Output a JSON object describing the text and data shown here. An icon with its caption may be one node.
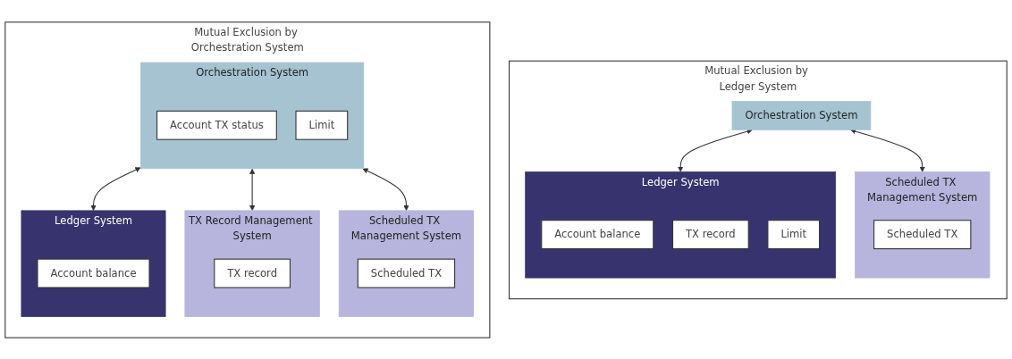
{
  "diagram": {
    "nodes": [
      {
        "text": [
          "Mutual Exclusion by Orchestration System"
        ]
      },
      {
        "text": [
          "Orchestration System"
        ],
        "in": 0
      },
      {
        "text": [
          "Account TX status"
        ],
        "in": 1
      },
      {
        "text": [
          "Limit"
        ],
        "in": 1
      },
      {
        "text": [
          "TX Record Management System"
        ],
        "in": 0
      },
      {
        "text": [
          "TX record"
        ],
        "in": 4
      },
      {
        "text": [
          "Scheduled TX Management System"
        ],
        "in": 0
      },
      {
        "text": [
          "Scheduled TX"
        ],
        "in": 6
      },
      {
        "text": [
          "Ledger System"
        ],
        "in": 0
      },
      {
        "text": [
          "Account balance"
        ],
        "in": 8
      },
      {
        "text": [
          "Mutual Exclusion by Ledger System"
        ]
      },
      {
        "text": [
          "Orchestration System"
        ],
        "in": 10
      },
      {
        "text": [
          "Scheduled TX Management System"
        ],
        "in": 10
      },
      {
        "text": [
          "Scheduled TX"
        ],
        "in": 12
      },
      {
        "text": [
          "Ledger System"
        ],
        "in": 10
      },
      {
        "text": [
          "Account balance"
        ],
        "in": 14
      },
      {
        "text": [
          "TX record"
        ],
        "in": 14
      },
      {
        "text": [
          "Limit"
        ],
        "in": 14
      }
    ],
    "edges": [
      {
        "from": 1,
        "to": 4,
        "arrow": "both"
      },
      {
        "from": 1,
        "to": 8,
        "arrow": "both"
      },
      {
        "from": 1,
        "to": 6,
        "arrow": "both"
      },
      {
        "from": 11,
        "to": 14,
        "arrow": "both"
      },
      {
        "from": 11,
        "to": 12,
        "arrow": "both"
      }
    ]
  }
}
